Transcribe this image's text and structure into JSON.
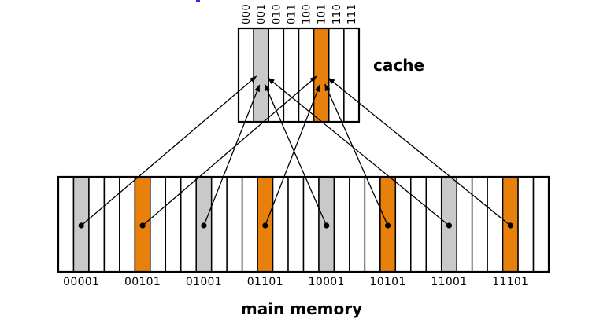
{
  "figure": {
    "cache": {
      "title": "cache",
      "num_lines": 8,
      "line_labels": [
        "000",
        "001",
        "010",
        "011",
        "100",
        "101",
        "110",
        "111"
      ],
      "highlighted_lines": [
        {
          "label": "001",
          "index": 1,
          "color_key": "gray"
        },
        {
          "label": "101",
          "index": 5,
          "color_key": "orange"
        }
      ]
    },
    "main_memory": {
      "title": "main memory",
      "num_blocks": 32,
      "labeled_blocks": [
        {
          "address": "00001",
          "index": 1,
          "color_key": "gray",
          "maps_to_line": "001"
        },
        {
          "address": "00101",
          "index": 5,
          "color_key": "orange",
          "maps_to_line": "101"
        },
        {
          "address": "01001",
          "index": 9,
          "color_key": "gray",
          "maps_to_line": "001"
        },
        {
          "address": "01101",
          "index": 13,
          "color_key": "orange",
          "maps_to_line": "101"
        },
        {
          "address": "10001",
          "index": 17,
          "color_key": "gray",
          "maps_to_line": "001"
        },
        {
          "address": "10101",
          "index": 21,
          "color_key": "orange",
          "maps_to_line": "101"
        },
        {
          "address": "11001",
          "index": 25,
          "color_key": "gray",
          "maps_to_line": "001"
        },
        {
          "address": "11101",
          "index": 29,
          "color_key": "orange",
          "maps_to_line": "101"
        }
      ]
    },
    "colors": {
      "gray": "#c9c9c9",
      "orange": "#e8800c",
      "line": "#000000",
      "background": "#ffffff",
      "top_edge_artifact_blue": "#2a2af0"
    }
  }
}
